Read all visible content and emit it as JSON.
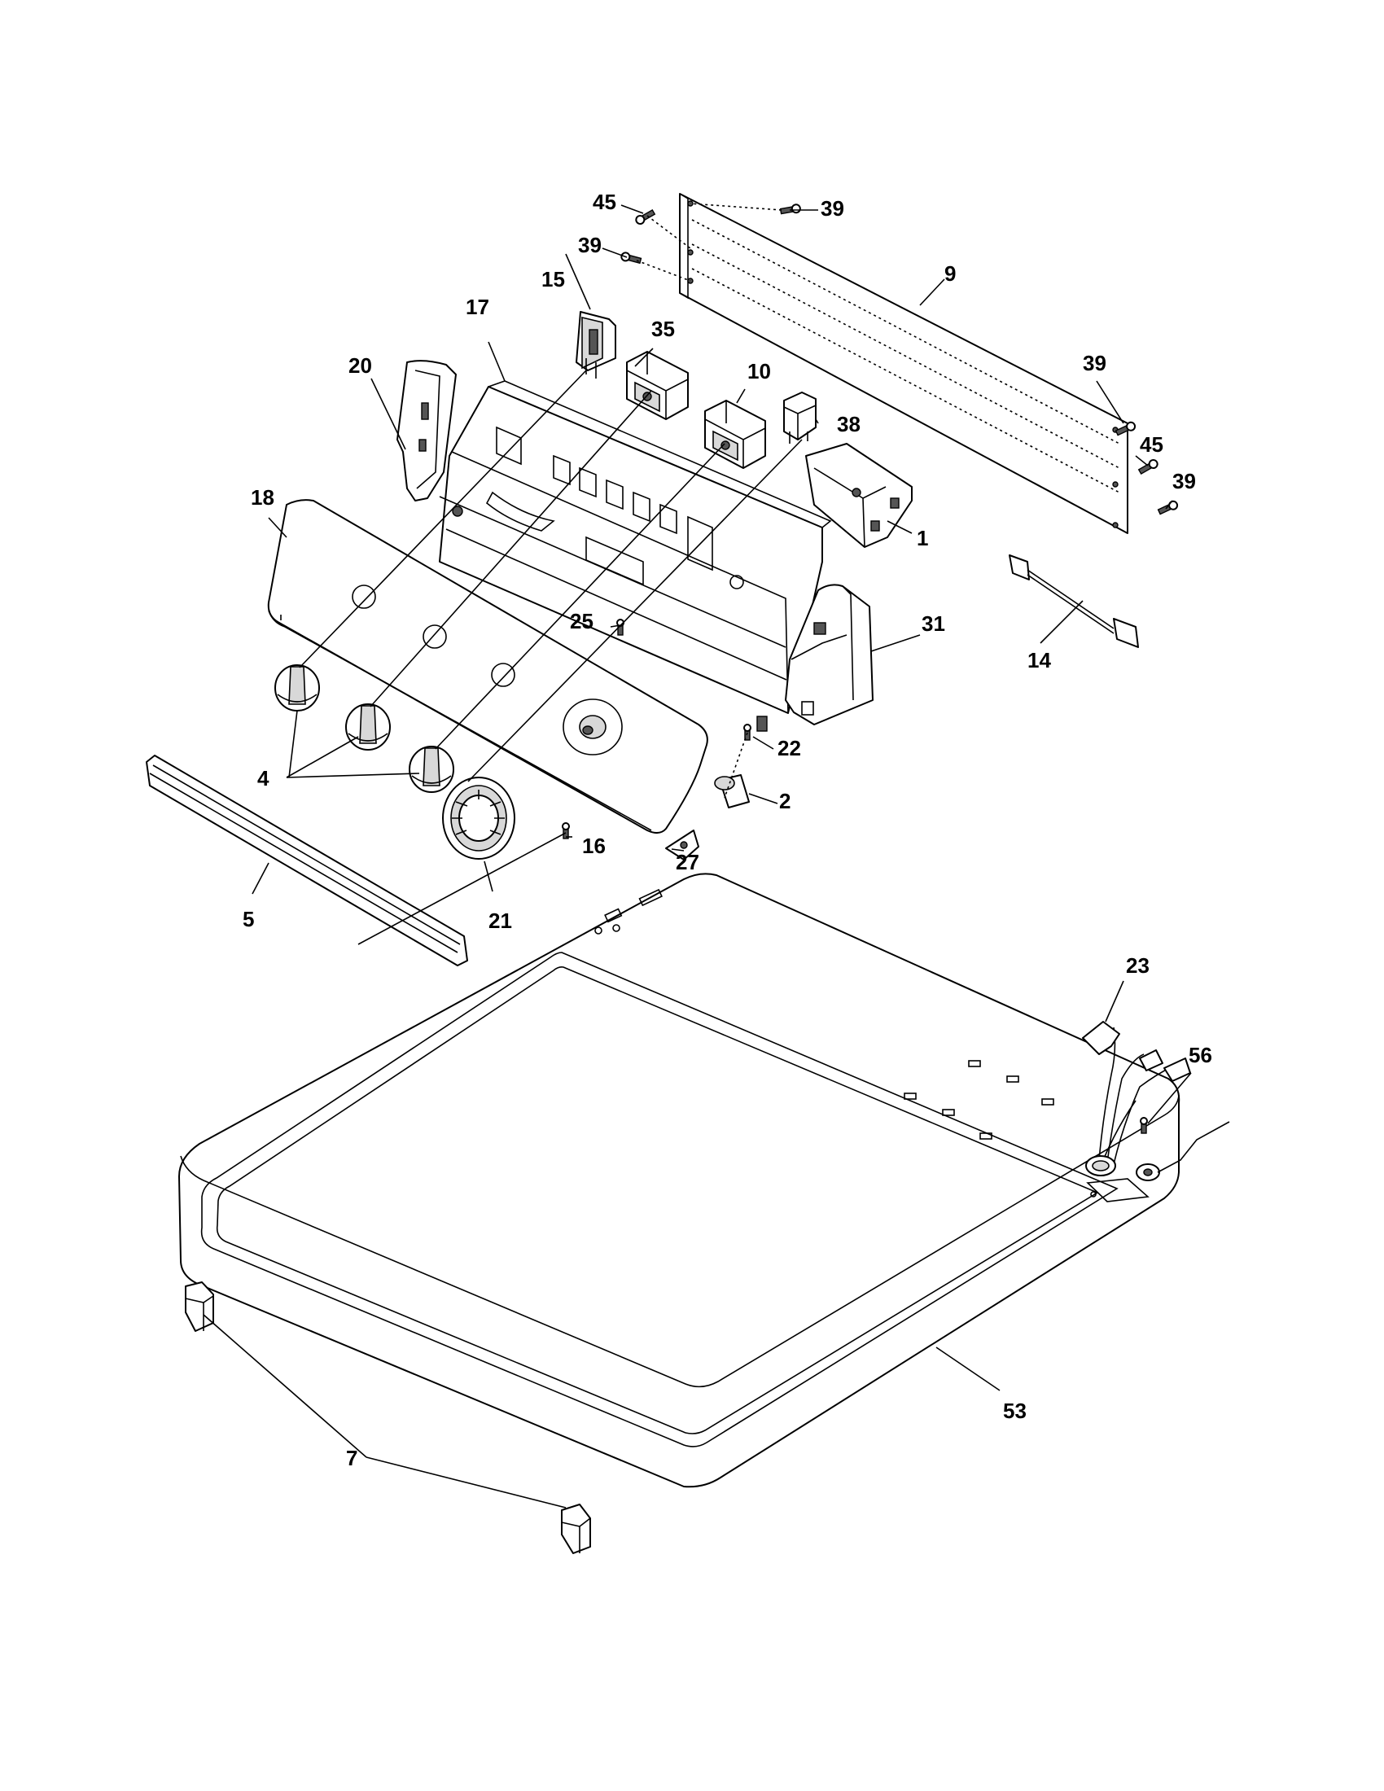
{
  "diagram": {
    "part_labels": {
      "p45a": "45",
      "p39a": "39",
      "p39b": "39",
      "p9": "9",
      "p15": "15",
      "p17": "17",
      "p35": "35",
      "p20": "20",
      "p10": "10",
      "p38": "38",
      "p39c": "39",
      "p45b": "45",
      "p39d": "39",
      "p18": "18",
      "p1": "1",
      "p14": "14",
      "p25": "25",
      "p31": "31",
      "p22": "22",
      "p4": "4",
      "p2": "2",
      "p16": "16",
      "p27": "27",
      "p5": "5",
      "p21": "21",
      "p23": "23",
      "p56": "56",
      "p53": "53",
      "p7": "7"
    }
  }
}
